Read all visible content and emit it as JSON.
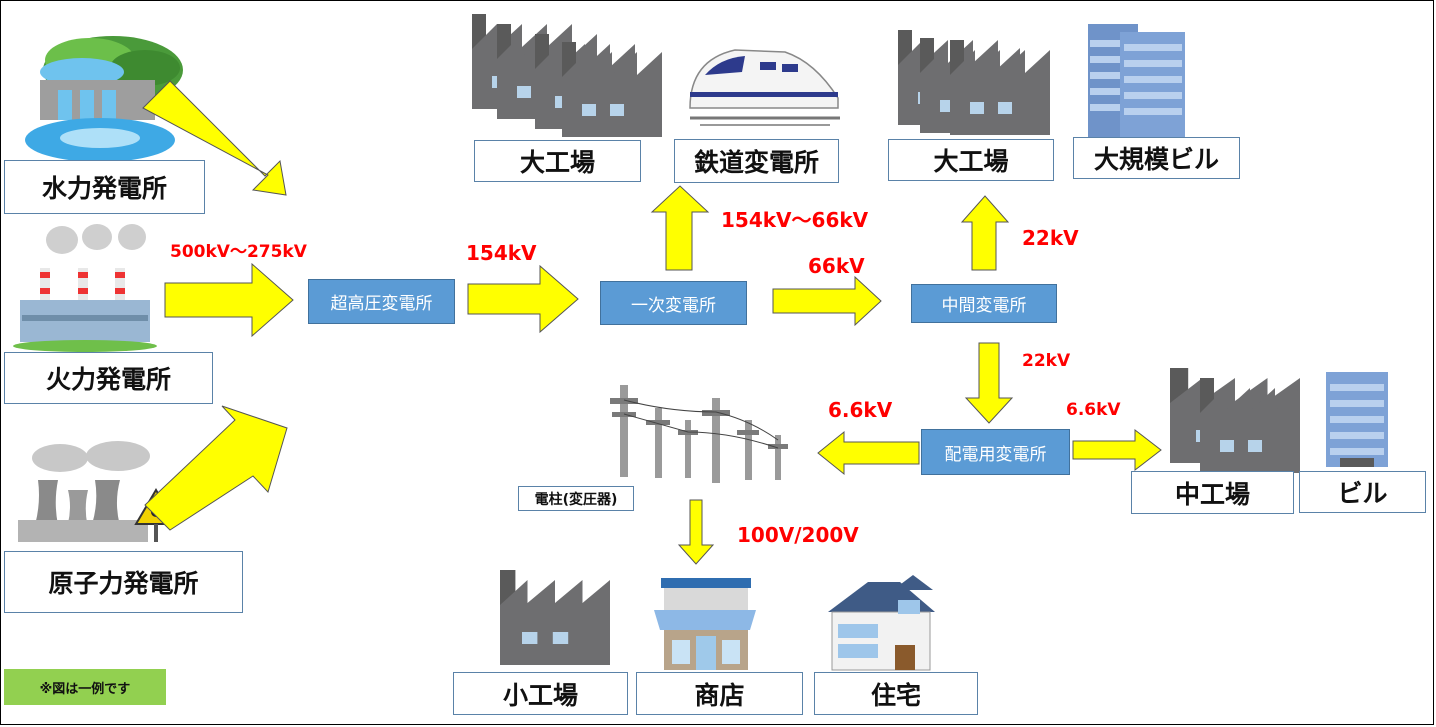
{
  "sources": {
    "hydro": "水力発電所",
    "thermal": "火力発電所",
    "nuclear": "原子力発電所"
  },
  "stations": {
    "ultra_high": "超高圧変電所",
    "primary": "一次変電所",
    "intermediate": "中間変電所",
    "distribution": "配電用変電所"
  },
  "pole": "電柱(変圧器)",
  "consumers": {
    "big_factory_1": "大工場",
    "railway": "鉄道変電所",
    "big_factory_2": "大工場",
    "large_building": "大規模ビル",
    "mid_factory": "中工場",
    "building": "ビル",
    "small_factory": "小工場",
    "shop": "商店",
    "house": "住宅"
  },
  "voltages": {
    "gen_out": "500kV〜275kV",
    "v154": "154kV",
    "v154_66": "154kV〜66kV",
    "v66": "66kV",
    "v22_up": "22kV",
    "v22_down": "22kV",
    "v66_left": "6.6kV",
    "v66_right": "6.6kV",
    "v100_200": "100V/200V"
  },
  "note": "※図は一例です",
  "colors": {
    "arrow_fill": "#ffff00",
    "station_fill": "#5b9bd5",
    "voltage_text": "#ff0000",
    "note_fill": "#92d050"
  }
}
